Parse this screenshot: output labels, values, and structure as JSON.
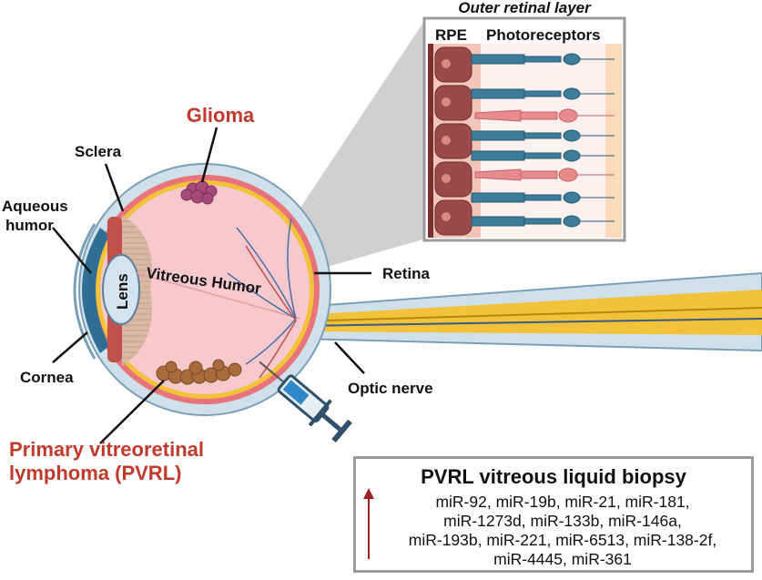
{
  "labels": {
    "outer_retinal_layer": "Outer retinal layer",
    "rpe": "RPE",
    "photoreceptors": "Photoreceptors",
    "glioma": "Glioma",
    "sclera": "Sclera",
    "aqueous_humor_line1": "Aqueous",
    "aqueous_humor_line2": "humor",
    "lens": "Lens",
    "vitreous_humor": "Vitreous Humor",
    "retina": "Retina",
    "cornea": "Cornea",
    "optic_nerve": "Optic nerve",
    "pvrl_line1": "Primary vitreoretinal",
    "pvrl_line2": "lymphoma (PVRL)"
  },
  "biopsy": {
    "title": "PVRL vitreous liquid biopsy",
    "mirnas": [
      "miR-92",
      "miR-19b",
      "miR-21",
      "miR-181",
      "miR-1273d",
      "miR-133b",
      "miR-146a",
      "miR-193b",
      "miR-221",
      "miR-6513",
      "miR-138-2f",
      "miR-4445",
      "miR-361"
    ],
    "lines": [
      "miR-92, miR-19b, miR-21, miR-181,",
      "miR-1273d, miR-133b, miR-146a,",
      "miR-193b, miR-221, miR-6513, miR-138-2f,",
      "miR-4445, miR-361"
    ]
  },
  "colors": {
    "label_red": "#c0392b",
    "sclera": "#cfe0ea",
    "choroid": "#e8737a",
    "retina": "#f2c23b",
    "vitreous": "#f7c9cc",
    "rpe": "#8e3b3b",
    "rod": "#3d7d9a",
    "cone": "#e88b8f",
    "arrow": "#9b2226"
  }
}
